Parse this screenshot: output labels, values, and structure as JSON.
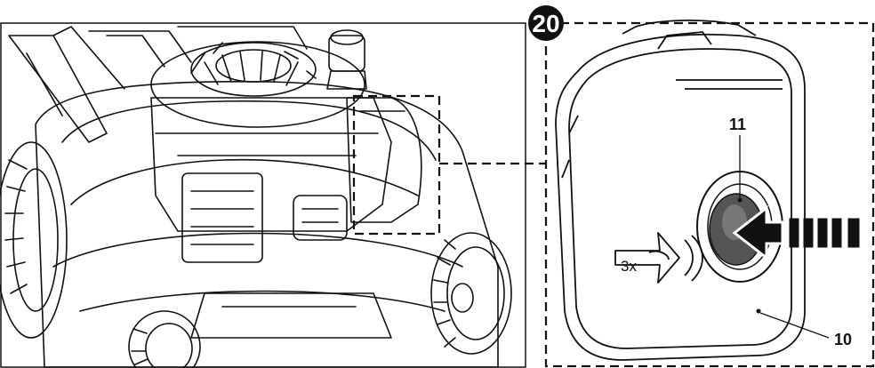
{
  "figure": {
    "step_number": "20",
    "callout_cover_label": "10",
    "callout_primer_label": "11",
    "press_instruction": "3x"
  },
  "colors": {
    "line": "#111111",
    "background": "#ffffff",
    "primer_grey": "#555555"
  },
  "icons": [
    "lawn-mower-illustration",
    "primer-button",
    "push-arrow-icon",
    "press-hand-icon"
  ]
}
